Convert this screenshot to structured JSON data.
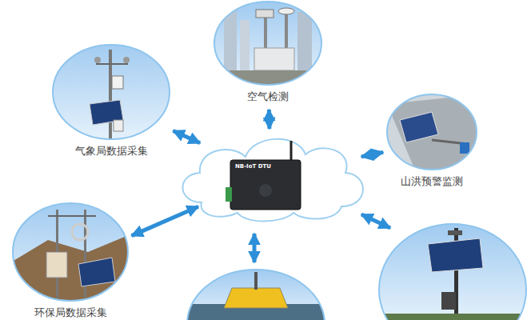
{
  "diagram": {
    "nodes": [
      {
        "text": [
          "空气检测"
        ]
      },
      {
        "text": [
          "气象局数据采集"
        ]
      },
      {
        "text": [
          "NB-IoT DTU"
        ]
      },
      {
        "text": [
          "山洪预警监测"
        ]
      },
      {
        "text": [
          "环保局数据采集"
        ]
      }
    ],
    "edges": [
      {
        "from": 2,
        "to": 0,
        "arrow": "both"
      },
      {
        "from": 2,
        "to": 1,
        "arrow": "both"
      },
      {
        "from": 2,
        "to": 3,
        "arrow": "both"
      },
      {
        "from": 2,
        "to": 4,
        "arrow": "both"
      }
    ]
  }
}
